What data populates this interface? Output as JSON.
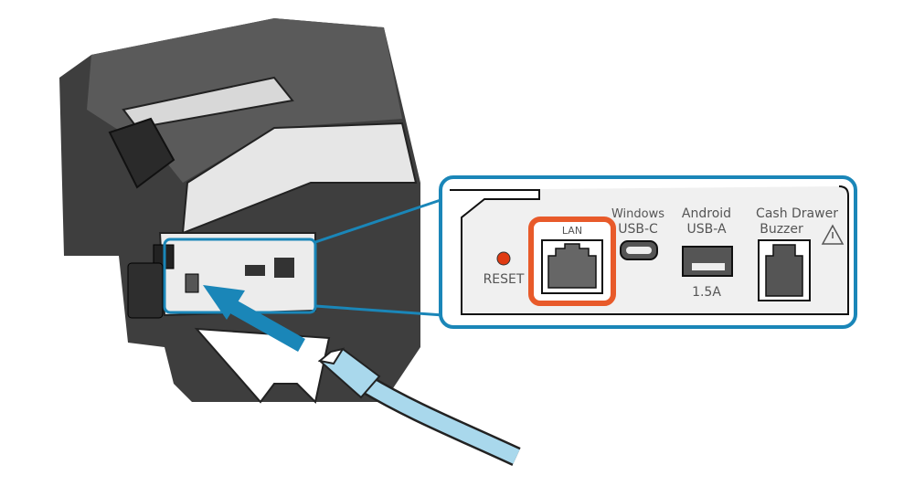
{
  "callout": {
    "reset_label": "RESET",
    "lan_label": "LAN",
    "usbc_label_1": "Windows",
    "usbc_label_2": "USB-C",
    "usba_label_1": "Android",
    "usba_label_2": "USB-A",
    "usba_current": "1.5A",
    "drawer_label_1": "Cash Drawer",
    "drawer_label_2": "Buzzer",
    "warning_icon": "warning-triangle-icon"
  },
  "colors": {
    "callout_border": "#1a86b8",
    "highlight": "#e85a2a",
    "arrow": "#1a86b8",
    "cable": "#a9d8ec",
    "reset_led": "#e03a12",
    "printer_body": "#3e3e3e"
  }
}
